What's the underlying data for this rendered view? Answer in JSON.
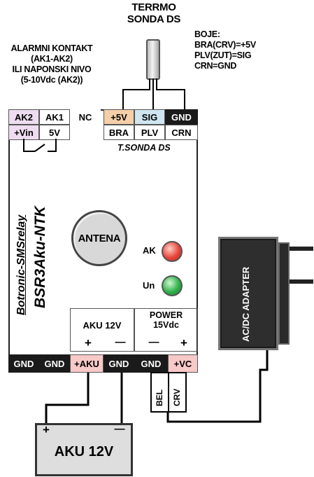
{
  "sensor": {
    "title_line1": "TERRMO",
    "title_line2": "SONDA DS"
  },
  "alarm_note": {
    "line1": "ALARMNI KONTAKT",
    "line2": "(AK1-AK2)",
    "line3": "ILI NAPONSKI NIVO",
    "line4": "(5-10Vdc (AK2))"
  },
  "colors_note": {
    "line1": "BOJE:",
    "line2": "BRA(CRV)=+5V",
    "line3": "PLV(ZUT)=SIG",
    "line4": "CRN=GND"
  },
  "top_terminals": {
    "ak2": "AK2",
    "ak1": "AK1",
    "nc": "NC",
    "plus5v": "+5V",
    "sig": "SIG",
    "gnd": "GND",
    "vin": "+Vin",
    "v5": "5V",
    "bra": "BRA",
    "plv": "PLV",
    "crn": "CRN"
  },
  "sonda_label": "T.SONDA DS",
  "device": {
    "brand": "Botronic-SMSrelay",
    "model": "BSR3Aku-NTK"
  },
  "antenna_label": "ANTENA",
  "leds": {
    "ak": "AK",
    "un": "Un"
  },
  "aku_section": {
    "label": "AKU 12V",
    "plus": "+",
    "minus": "—"
  },
  "power_section": {
    "line1": "POWER",
    "line2": "15Vdc",
    "minus": "—",
    "plus": "+"
  },
  "bottom_terminals": {
    "gnd1": "GND",
    "gnd2": "GND",
    "aku": "+AKU",
    "gnd3": "GND",
    "gnd4": "GND",
    "vc": "+VC"
  },
  "cable_labels": {
    "bel": "BEL",
    "crv": "CRV"
  },
  "adapter_label": "AC/DC ADAPTER",
  "battery": {
    "label": "AKU 12V",
    "plus": "+",
    "minus": "—"
  },
  "colors": {
    "orange": "#f5cfa8",
    "blue": "#cfe6f1",
    "lilac": "#eedcf0",
    "pink": "#f7c9c9",
    "dark": "#1a1a1a",
    "adapter": "#2e2e2e",
    "led_red": "#e8463c",
    "led_green": "#2fb24a"
  }
}
